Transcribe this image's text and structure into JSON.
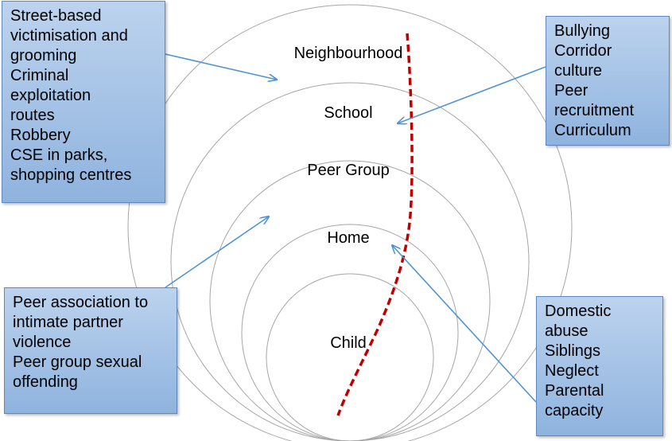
{
  "rings": [
    {
      "id": "neighbourhood",
      "label": "Neighbourhood"
    },
    {
      "id": "school",
      "label": "School"
    },
    {
      "id": "peer-group",
      "label": "Peer Group"
    },
    {
      "id": "home",
      "label": "Home"
    },
    {
      "id": "child",
      "label": "Child"
    }
  ],
  "callouts": {
    "neighbourhood": [
      "Street-based",
      "victimisation and",
      "grooming",
      "Criminal",
      "exploitation",
      "routes",
      "Robbery",
      "CSE in parks,",
      "shopping centres"
    ],
    "school": [
      "Bullying",
      "Corridor",
      "culture",
      "Peer",
      "recruitment",
      "Curriculum"
    ],
    "peer_group": [
      "Peer association to",
      "intimate partner",
      "violence",
      "Peer group sexual",
      "offending"
    ],
    "home": [
      "Domestic",
      "abuse",
      "Siblings",
      "Neglect",
      "Parental",
      "capacity"
    ]
  },
  "colors": {
    "ring_stroke": "#a6a6a6",
    "arrow": "#4f94d4",
    "trajectory": "#c00000",
    "box_fill_top": "#bcd3ee",
    "box_fill_bottom": "#8fb3de"
  }
}
